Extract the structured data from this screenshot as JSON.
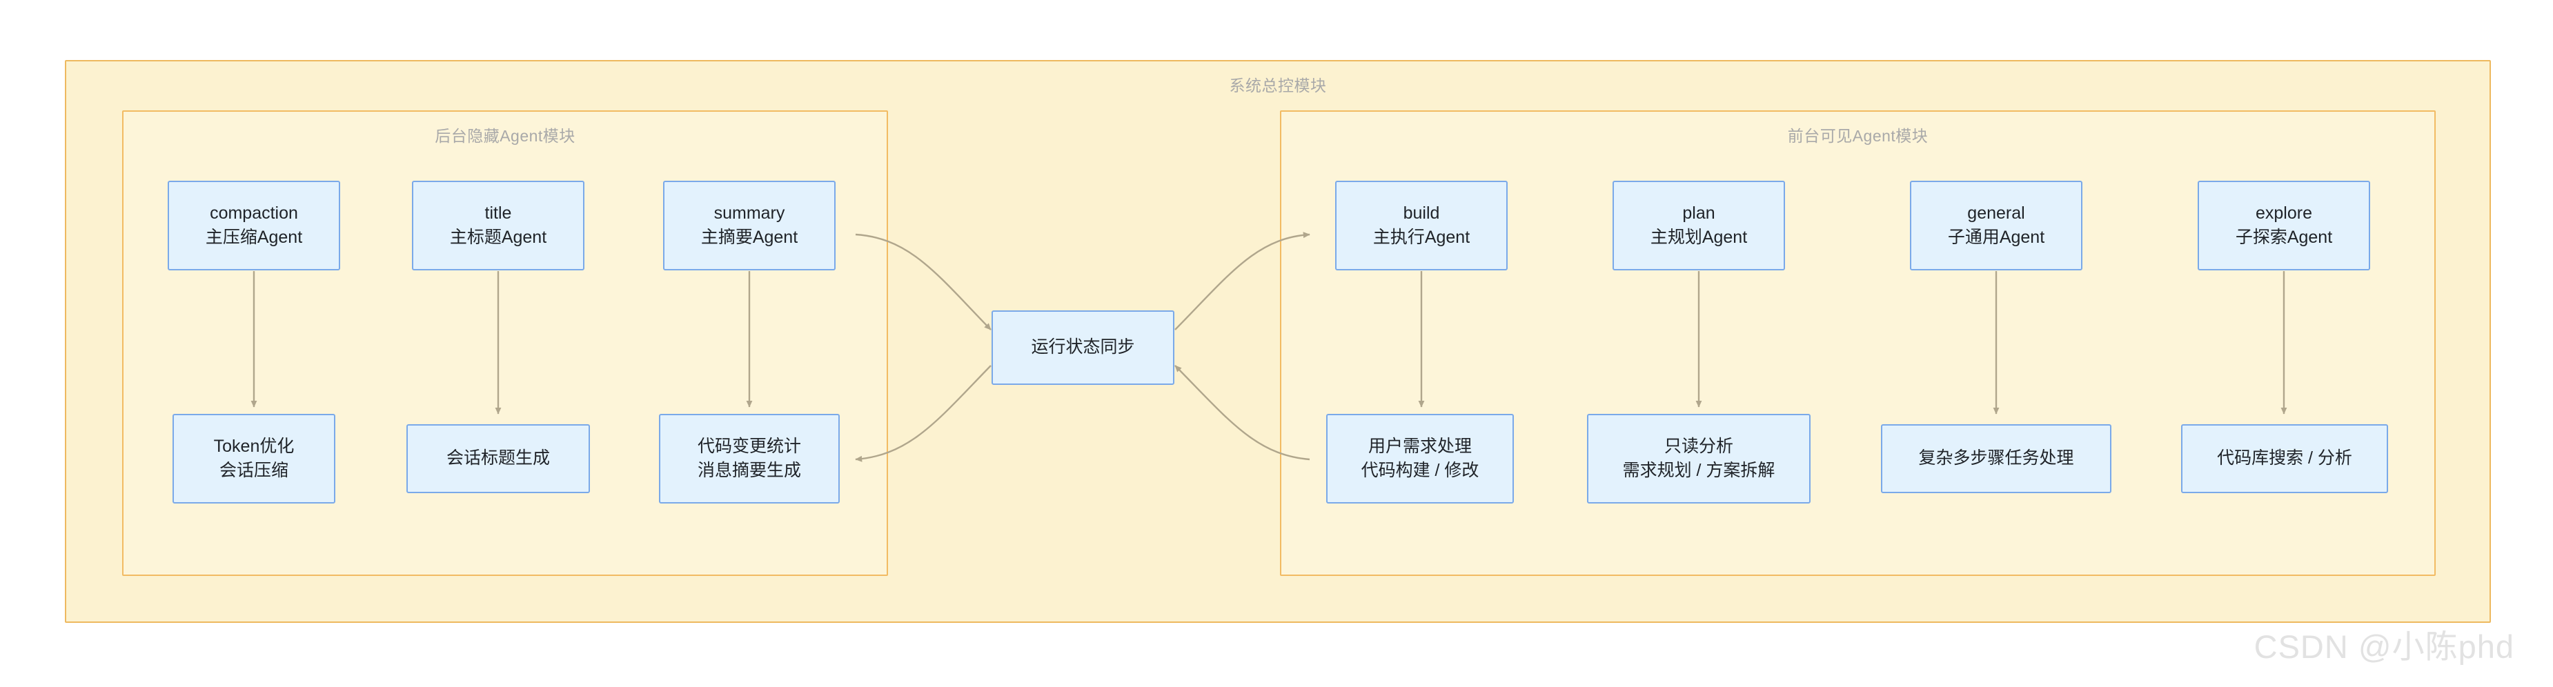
{
  "diagram": {
    "outer_cluster": {
      "title": "系统总控模块"
    },
    "left_cluster": {
      "title": "后台隐藏Agent模块"
    },
    "right_cluster": {
      "title": "前台可见Agent模块"
    },
    "center_node": {
      "label": "运行状态同步"
    },
    "left_top_nodes": [
      {
        "line1": "compaction",
        "line2": "主压缩Agent"
      },
      {
        "line1": "title",
        "line2": "主标题Agent"
      },
      {
        "line1": "summary",
        "line2": "主摘要Agent"
      }
    ],
    "left_bottom_nodes": [
      {
        "line1": "Token优化",
        "line2": "会话压缩"
      },
      {
        "line1": "会话标题生成",
        "line2": ""
      },
      {
        "line1": "代码变更统计",
        "line2": "消息摘要生成"
      }
    ],
    "right_top_nodes": [
      {
        "line1": "build",
        "line2": "主执行Agent"
      },
      {
        "line1": "plan",
        "line2": "主规划Agent"
      },
      {
        "line1": "general",
        "line2": "子通用Agent"
      },
      {
        "line1": "explore",
        "line2": "子探索Agent"
      }
    ],
    "right_bottom_nodes": [
      {
        "line1": "用户需求处理",
        "line2": "代码构建 / 修改"
      },
      {
        "line1": "只读分析",
        "line2": "需求规划 / 方案拆解"
      },
      {
        "line1": "复杂多步骤任务处理",
        "line2": ""
      },
      {
        "line1": "代码库搜索 / 分析",
        "line2": ""
      }
    ],
    "watermark": "CSDN @小陈phd",
    "colors": {
      "cluster_fill": "#fdf3d4",
      "cluster_border": "#f2b95e",
      "node_fill": "#e3f2fd",
      "node_border": "#7aa9e9",
      "edge": "#a39b82",
      "title_text": "#a9a9a9",
      "node_text": "#1f2328"
    }
  }
}
